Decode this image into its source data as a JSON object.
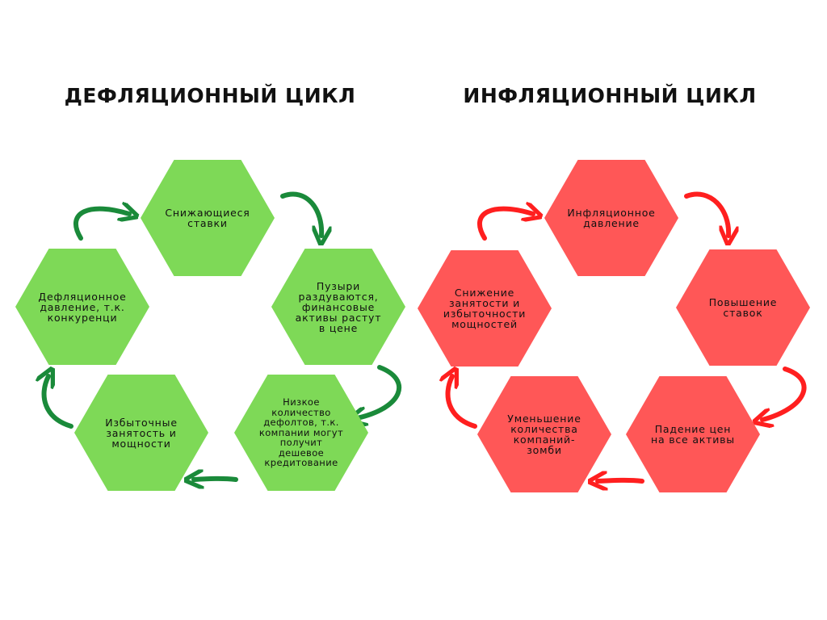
{
  "colors": {
    "deflation_hex": "#7ed957",
    "deflation_arrow": "#1a8a3a",
    "inflation_hex": "#ff5757",
    "inflation_arrow": "#ff1f1f"
  },
  "deflation": {
    "title": "ДЕФЛЯЦИОННЫЙ ЦИКЛ",
    "steps": [
      "Снижающиеся ставки",
      "Пузыри раздуваются, финансовые активы растут в цене",
      "Низкое количество дефолтов, т.к. компании могут получит дешевое кредитование",
      "Избыточные занятость и мощности",
      "Дефляционное давление, т.к. конкуренци"
    ]
  },
  "inflation": {
    "title": "ИНФЛЯЦИОННЫЙ ЦИКЛ",
    "steps": [
      "Инфляционное давление",
      "Повышение ставок",
      "Падение цен на все активы",
      "Уменьшение количества компаний-зомби",
      "Снижение занятости и избыточности мощностей"
    ]
  }
}
